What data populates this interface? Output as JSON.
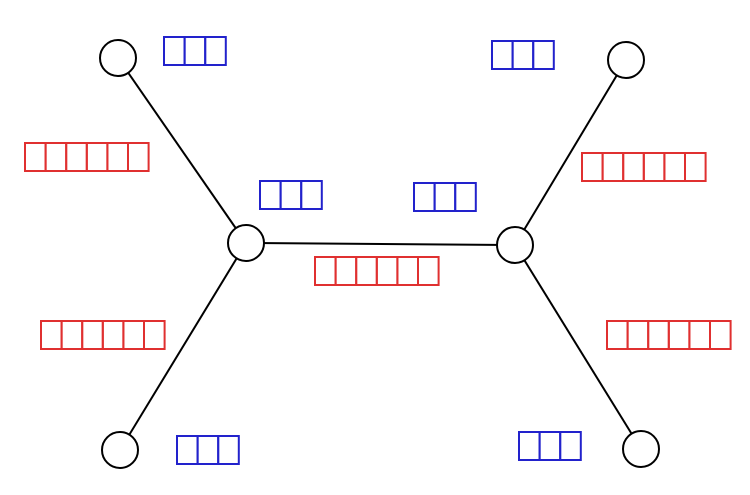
{
  "diagram": {
    "nodes": [
      {
        "id": "left-hub"
      },
      {
        "id": "right-hub"
      },
      {
        "id": "top-left"
      },
      {
        "id": "bottom-left"
      },
      {
        "id": "top-right"
      },
      {
        "id": "bottom-right"
      }
    ],
    "edges": [
      {
        "from": "left-hub",
        "to": "right-hub"
      },
      {
        "from": "left-hub",
        "to": "top-left"
      },
      {
        "from": "left-hub",
        "to": "bottom-left"
      },
      {
        "from": "right-hub",
        "to": "top-right"
      },
      {
        "from": "right-hub",
        "to": "bottom-right"
      }
    ],
    "node_label_cells": 3,
    "edge_label_cells": 6,
    "colors": {
      "node_label": "#2222cc",
      "edge_label": "#e03030",
      "line": "#000000",
      "node_fill": "#ffffff"
    }
  }
}
